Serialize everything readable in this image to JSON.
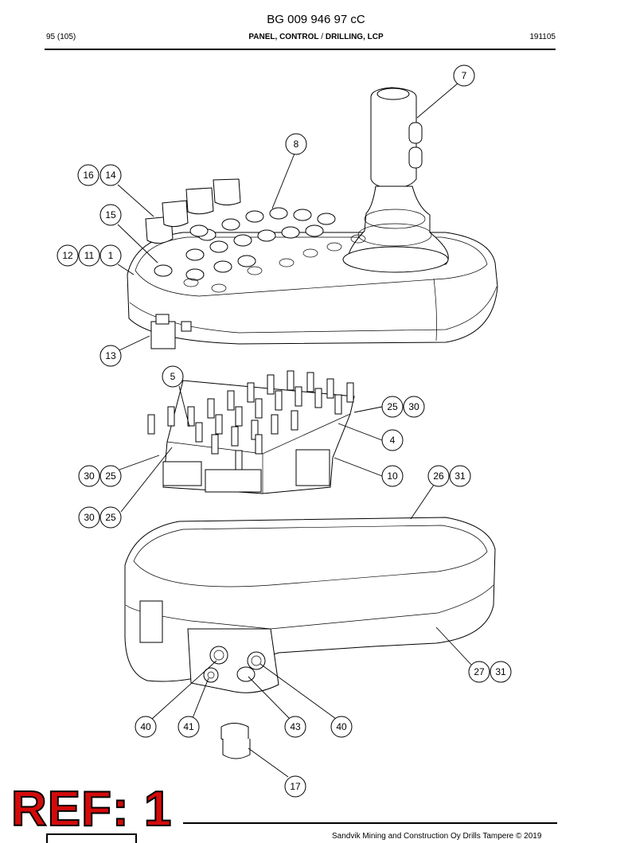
{
  "header": {
    "doc_number": "BG 009 946 97 cC",
    "page": "95 (105)",
    "title_main": "PANEL, CONTROL",
    "title_sep": " / ",
    "title_sub": "DRILLING, LCP",
    "code": "191105"
  },
  "callouts": [
    "7",
    "8",
    "16",
    "14",
    "15",
    "12",
    "11",
    "1",
    "13",
    "5",
    "25",
    "30",
    "4",
    "30",
    "25",
    "10",
    "26",
    "31",
    "30",
    "25",
    "27",
    "31",
    "40",
    "41",
    "43",
    "40",
    "17"
  ],
  "stamp": {
    "text": "REF: 1"
  },
  "footer": {
    "copyright": "Sandvik Mining and Construction Oy Drills Tampere © 2019"
  }
}
